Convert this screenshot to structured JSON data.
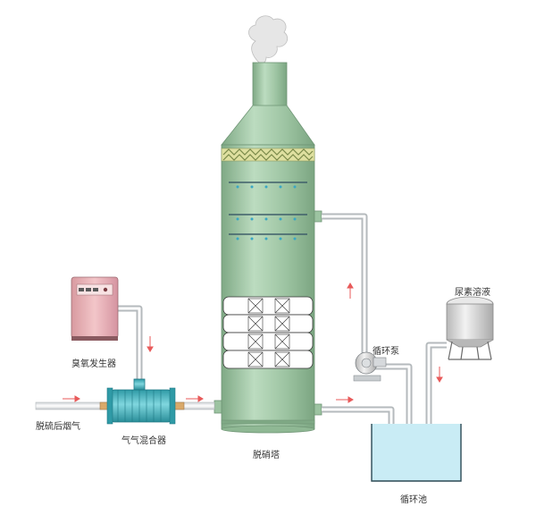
{
  "labels": {
    "ozone_generator": "臭氧发生器",
    "flue_gas_inlet": "脱硫后烟气",
    "gas_mixer": "气气混合器",
    "denitrification_tower": "脱硝塔",
    "circulation_pump": "循环泵",
    "urea_solution": "尿素溶液",
    "circulation_tank": "循环池"
  },
  "colors": {
    "tower_green": "#9dc5a2",
    "flow_arrow": "#e85a5a",
    "water": "#c9ecf5",
    "ozone_cabinet": "#e8b0b4",
    "mixer_cyan": "#4bb5c0"
  }
}
